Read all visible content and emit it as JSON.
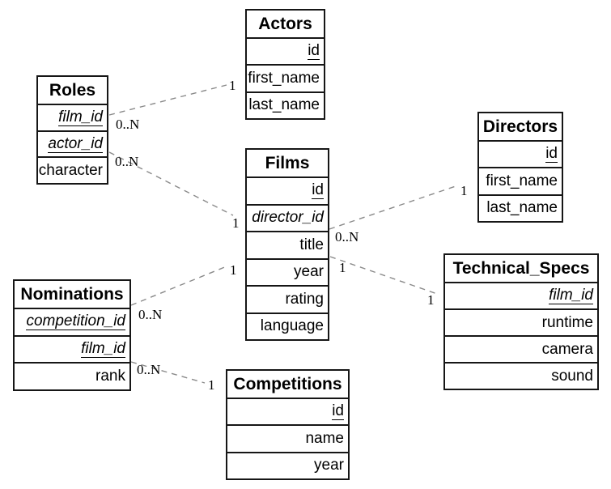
{
  "diagram": {
    "type": "entity-relationship",
    "entities": [
      {
        "id": "actors",
        "name": "Actors",
        "fields": [
          {
            "name": "id",
            "key": "PK"
          },
          {
            "name": "first_name",
            "key": ""
          },
          {
            "name": "last_name",
            "key": ""
          }
        ]
      },
      {
        "id": "roles",
        "name": "Roles",
        "fields": [
          {
            "name": "film_id",
            "key": "PK, FK"
          },
          {
            "name": "actor_id",
            "key": "PK, FK"
          },
          {
            "name": "character",
            "key": ""
          }
        ]
      },
      {
        "id": "films",
        "name": "Films",
        "fields": [
          {
            "name": "id",
            "key": "PK"
          },
          {
            "name": "director_id",
            "key": "FK"
          },
          {
            "name": "title",
            "key": ""
          },
          {
            "name": "year",
            "key": ""
          },
          {
            "name": "rating",
            "key": ""
          },
          {
            "name": "language",
            "key": ""
          }
        ]
      },
      {
        "id": "directors",
        "name": "Directors",
        "fields": [
          {
            "name": "id",
            "key": "PK"
          },
          {
            "name": "first_name",
            "key": ""
          },
          {
            "name": "last_name",
            "key": ""
          }
        ]
      },
      {
        "id": "nominations",
        "name": "Nominations",
        "fields": [
          {
            "name": "competition_id",
            "key": "PK, FK"
          },
          {
            "name": "film_id",
            "key": "PK, FK"
          },
          {
            "name": "rank",
            "key": ""
          }
        ]
      },
      {
        "id": "technical_specs",
        "name": "Technical_Specs",
        "fields": [
          {
            "name": "film_id",
            "key": "PK, FK"
          },
          {
            "name": "runtime",
            "key": ""
          },
          {
            "name": "camera",
            "key": ""
          },
          {
            "name": "sound",
            "key": ""
          }
        ]
      },
      {
        "id": "competitions",
        "name": "Competitions",
        "fields": [
          {
            "name": "id",
            "key": "PK"
          },
          {
            "name": "name",
            "key": ""
          },
          {
            "name": "year",
            "key": ""
          }
        ]
      }
    ],
    "relationships": [
      {
        "id": "roles-actors",
        "from": "Roles",
        "to": "Actors",
        "from_card": "0..N",
        "to_card": "1"
      },
      {
        "id": "roles-films",
        "from": "Roles",
        "to": "Films",
        "from_card": "0..N",
        "to_card": "1"
      },
      {
        "id": "films-directors",
        "from": "Films",
        "to": "Directors",
        "from_card": "0..N",
        "to_card": "1"
      },
      {
        "id": "films-technical-specs",
        "from": "Films",
        "to": "Technical_Specs",
        "from_card": "1",
        "to_card": "1"
      },
      {
        "id": "nominations-films",
        "from": "Nominations",
        "to": "Films",
        "from_card": "0..N",
        "to_card": "1"
      },
      {
        "id": "nominations-competitions",
        "from": "Nominations",
        "to": "Competitions",
        "from_card": "0..N",
        "to_card": "1"
      }
    ],
    "colors": {
      "background": "#ffffff",
      "entity_fill": "#ffffff",
      "entity_border": "#161616",
      "relationship_line": "#8a8a8a",
      "text": "#000000"
    }
  }
}
